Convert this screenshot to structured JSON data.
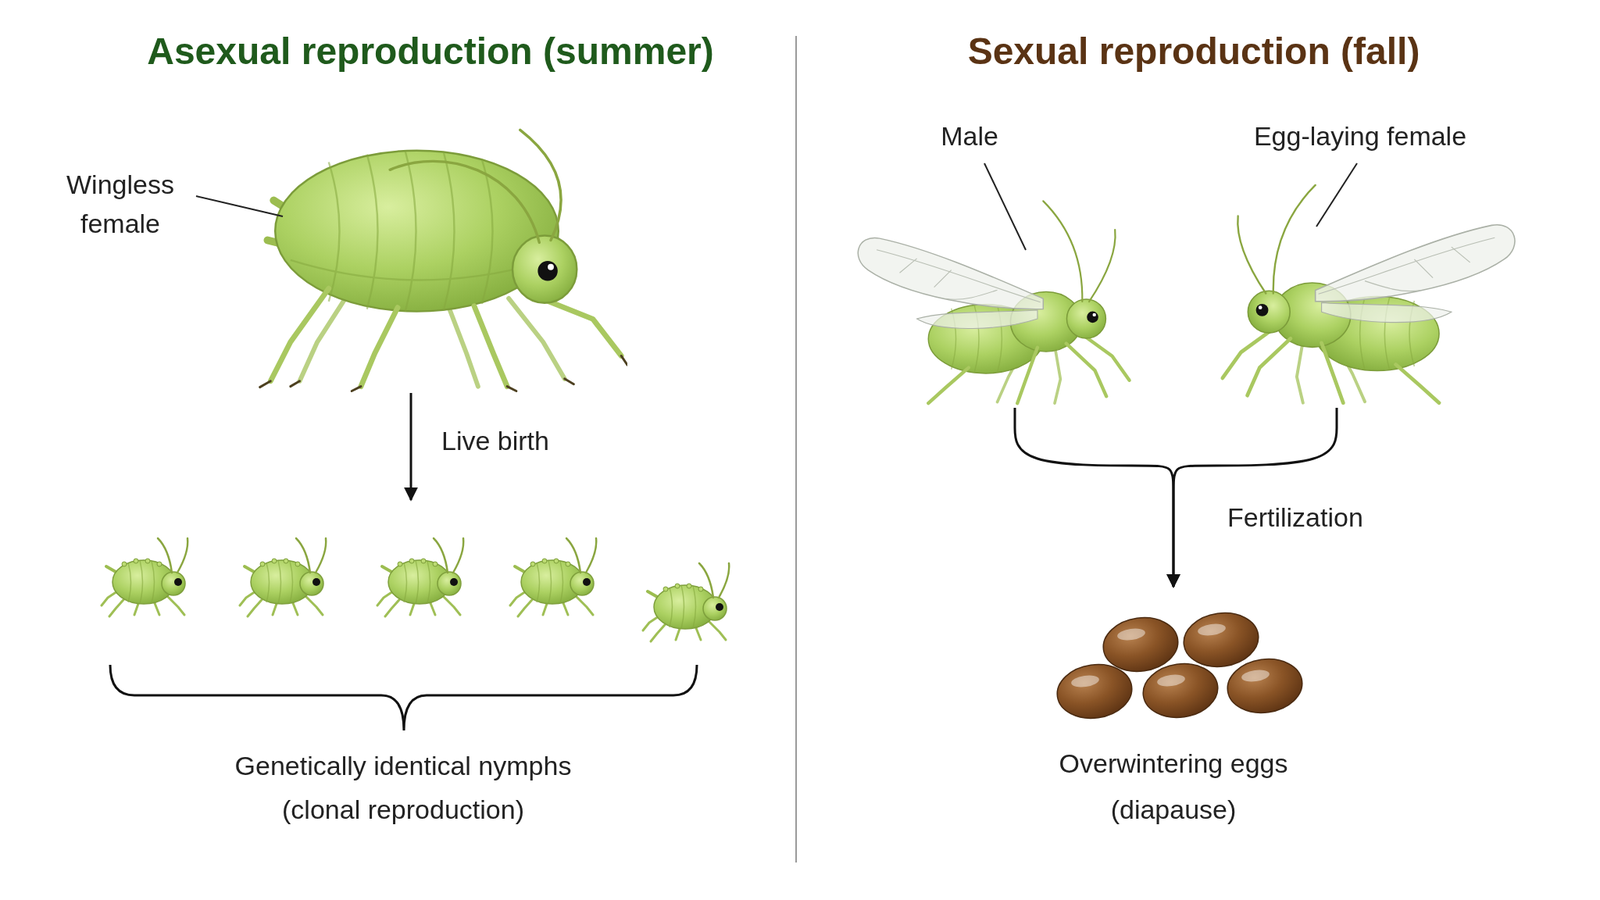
{
  "diagram": {
    "nodes": [
      {
        "text": [
          "Wingless female"
        ]
      },
      {
        "text": [
          "Genetically identical nymphs (clonal reproduction)"
        ]
      },
      {
        "text": [
          "Male"
        ]
      },
      {
        "text": [
          "Egg-laying female"
        ]
      },
      {
        "text": [
          "Overwintering eggs (diapause)"
        ]
      }
    ],
    "edges": [
      {
        "from": 0,
        "to": 1,
        "arrow": "to",
        "label": "Live birth"
      },
      {
        "from": 2,
        "to": 4,
        "arrow": "to",
        "label": "Fertilization"
      },
      {
        "from": 3,
        "to": 4,
        "arrow": "to"
      }
    ],
    "labels": [
      "Asexual reproduction (summer)",
      "Sexual reproduction (fall)"
    ]
  }
}
